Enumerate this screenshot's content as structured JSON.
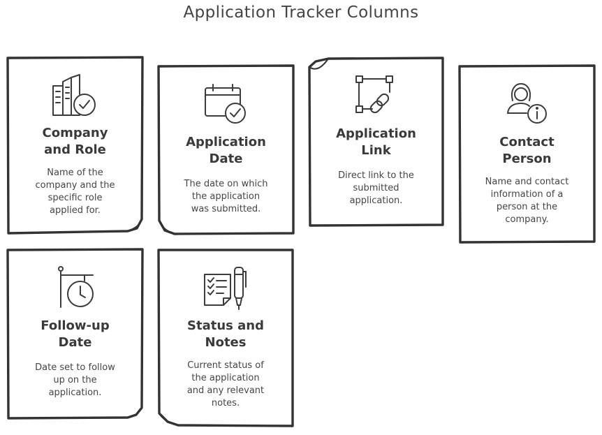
{
  "title": "Application Tracker Columns",
  "cards": [
    {
      "icon": "buildings-check-icon",
      "title_line1": "Company",
      "title_line2": "and Role",
      "desc_line1": "Name of the",
      "desc_line2": "company and the",
      "desc_line3": "specific role",
      "desc_line4": "applied for."
    },
    {
      "icon": "calendar-check-icon",
      "title_line1": "Application",
      "title_line2": "Date",
      "desc_line1": "The date on which",
      "desc_line2": "the application",
      "desc_line3": "was submitted."
    },
    {
      "icon": "link-icon",
      "title_line1": "Application",
      "title_line2": "Link",
      "desc_line1": "Direct link to the",
      "desc_line2": "submitted",
      "desc_line3": "application."
    },
    {
      "icon": "person-info-icon",
      "title_line1": "Contact",
      "title_line2": "Person",
      "desc_line1": "Name and contact",
      "desc_line2": "information of a",
      "desc_line3": "person at the",
      "desc_line4": "company."
    },
    {
      "icon": "clock-sign-icon",
      "title_line1": "Follow-up",
      "title_line2": "Date",
      "desc_line1": "Date set to follow",
      "desc_line2": "up on the",
      "desc_line3": "application."
    },
    {
      "icon": "checklist-pen-icon",
      "title_line1": "Status and",
      "title_line2": "Notes",
      "desc_line1": "Current status of",
      "desc_line2": "the application",
      "desc_line3": "and any relevant",
      "desc_line4": "notes."
    }
  ]
}
